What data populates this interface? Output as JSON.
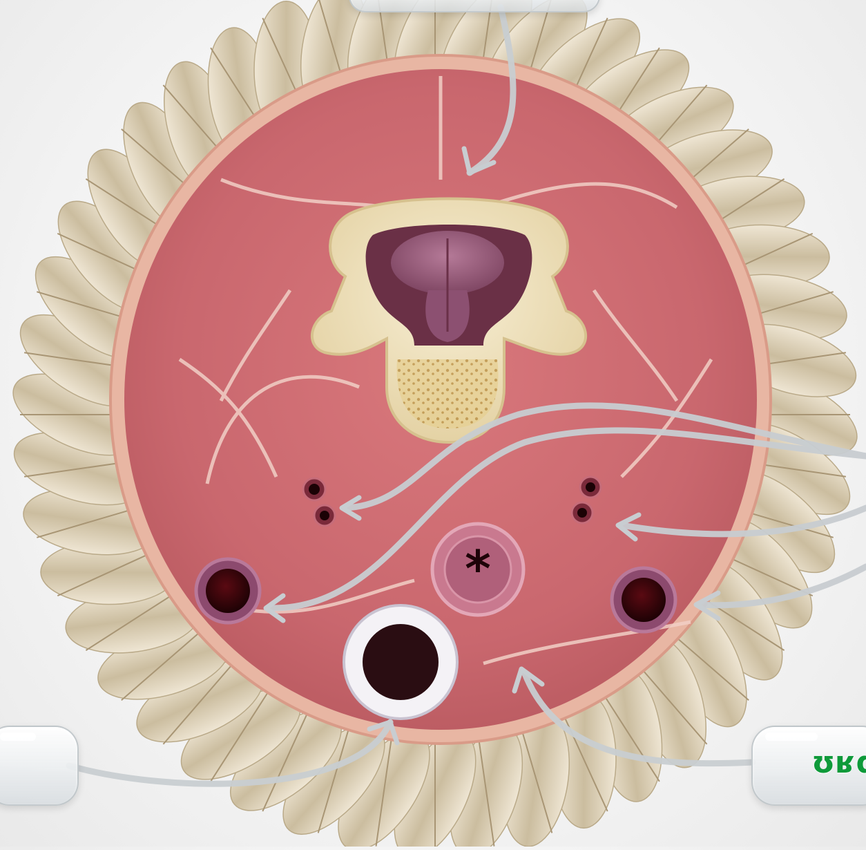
{
  "labels": [
    {
      "id": "top-label",
      "text": ""
    },
    {
      "id": "right-label-1",
      "text": ""
    },
    {
      "id": "right-label-2",
      "text": ""
    },
    {
      "id": "right-label-3",
      "text": ""
    },
    {
      "id": "bottom-left-label",
      "text": ""
    },
    {
      "id": "bottom-right-label",
      "text": "ʊʁɑ"
    }
  ],
  "colors": {
    "muscle": "#c9676e",
    "bone": "#efe2c0",
    "cord": "#9a5a7a",
    "feather": "#d9cdb6",
    "pointer": "#c8cdd1",
    "label_text": "#0e9a3a"
  }
}
